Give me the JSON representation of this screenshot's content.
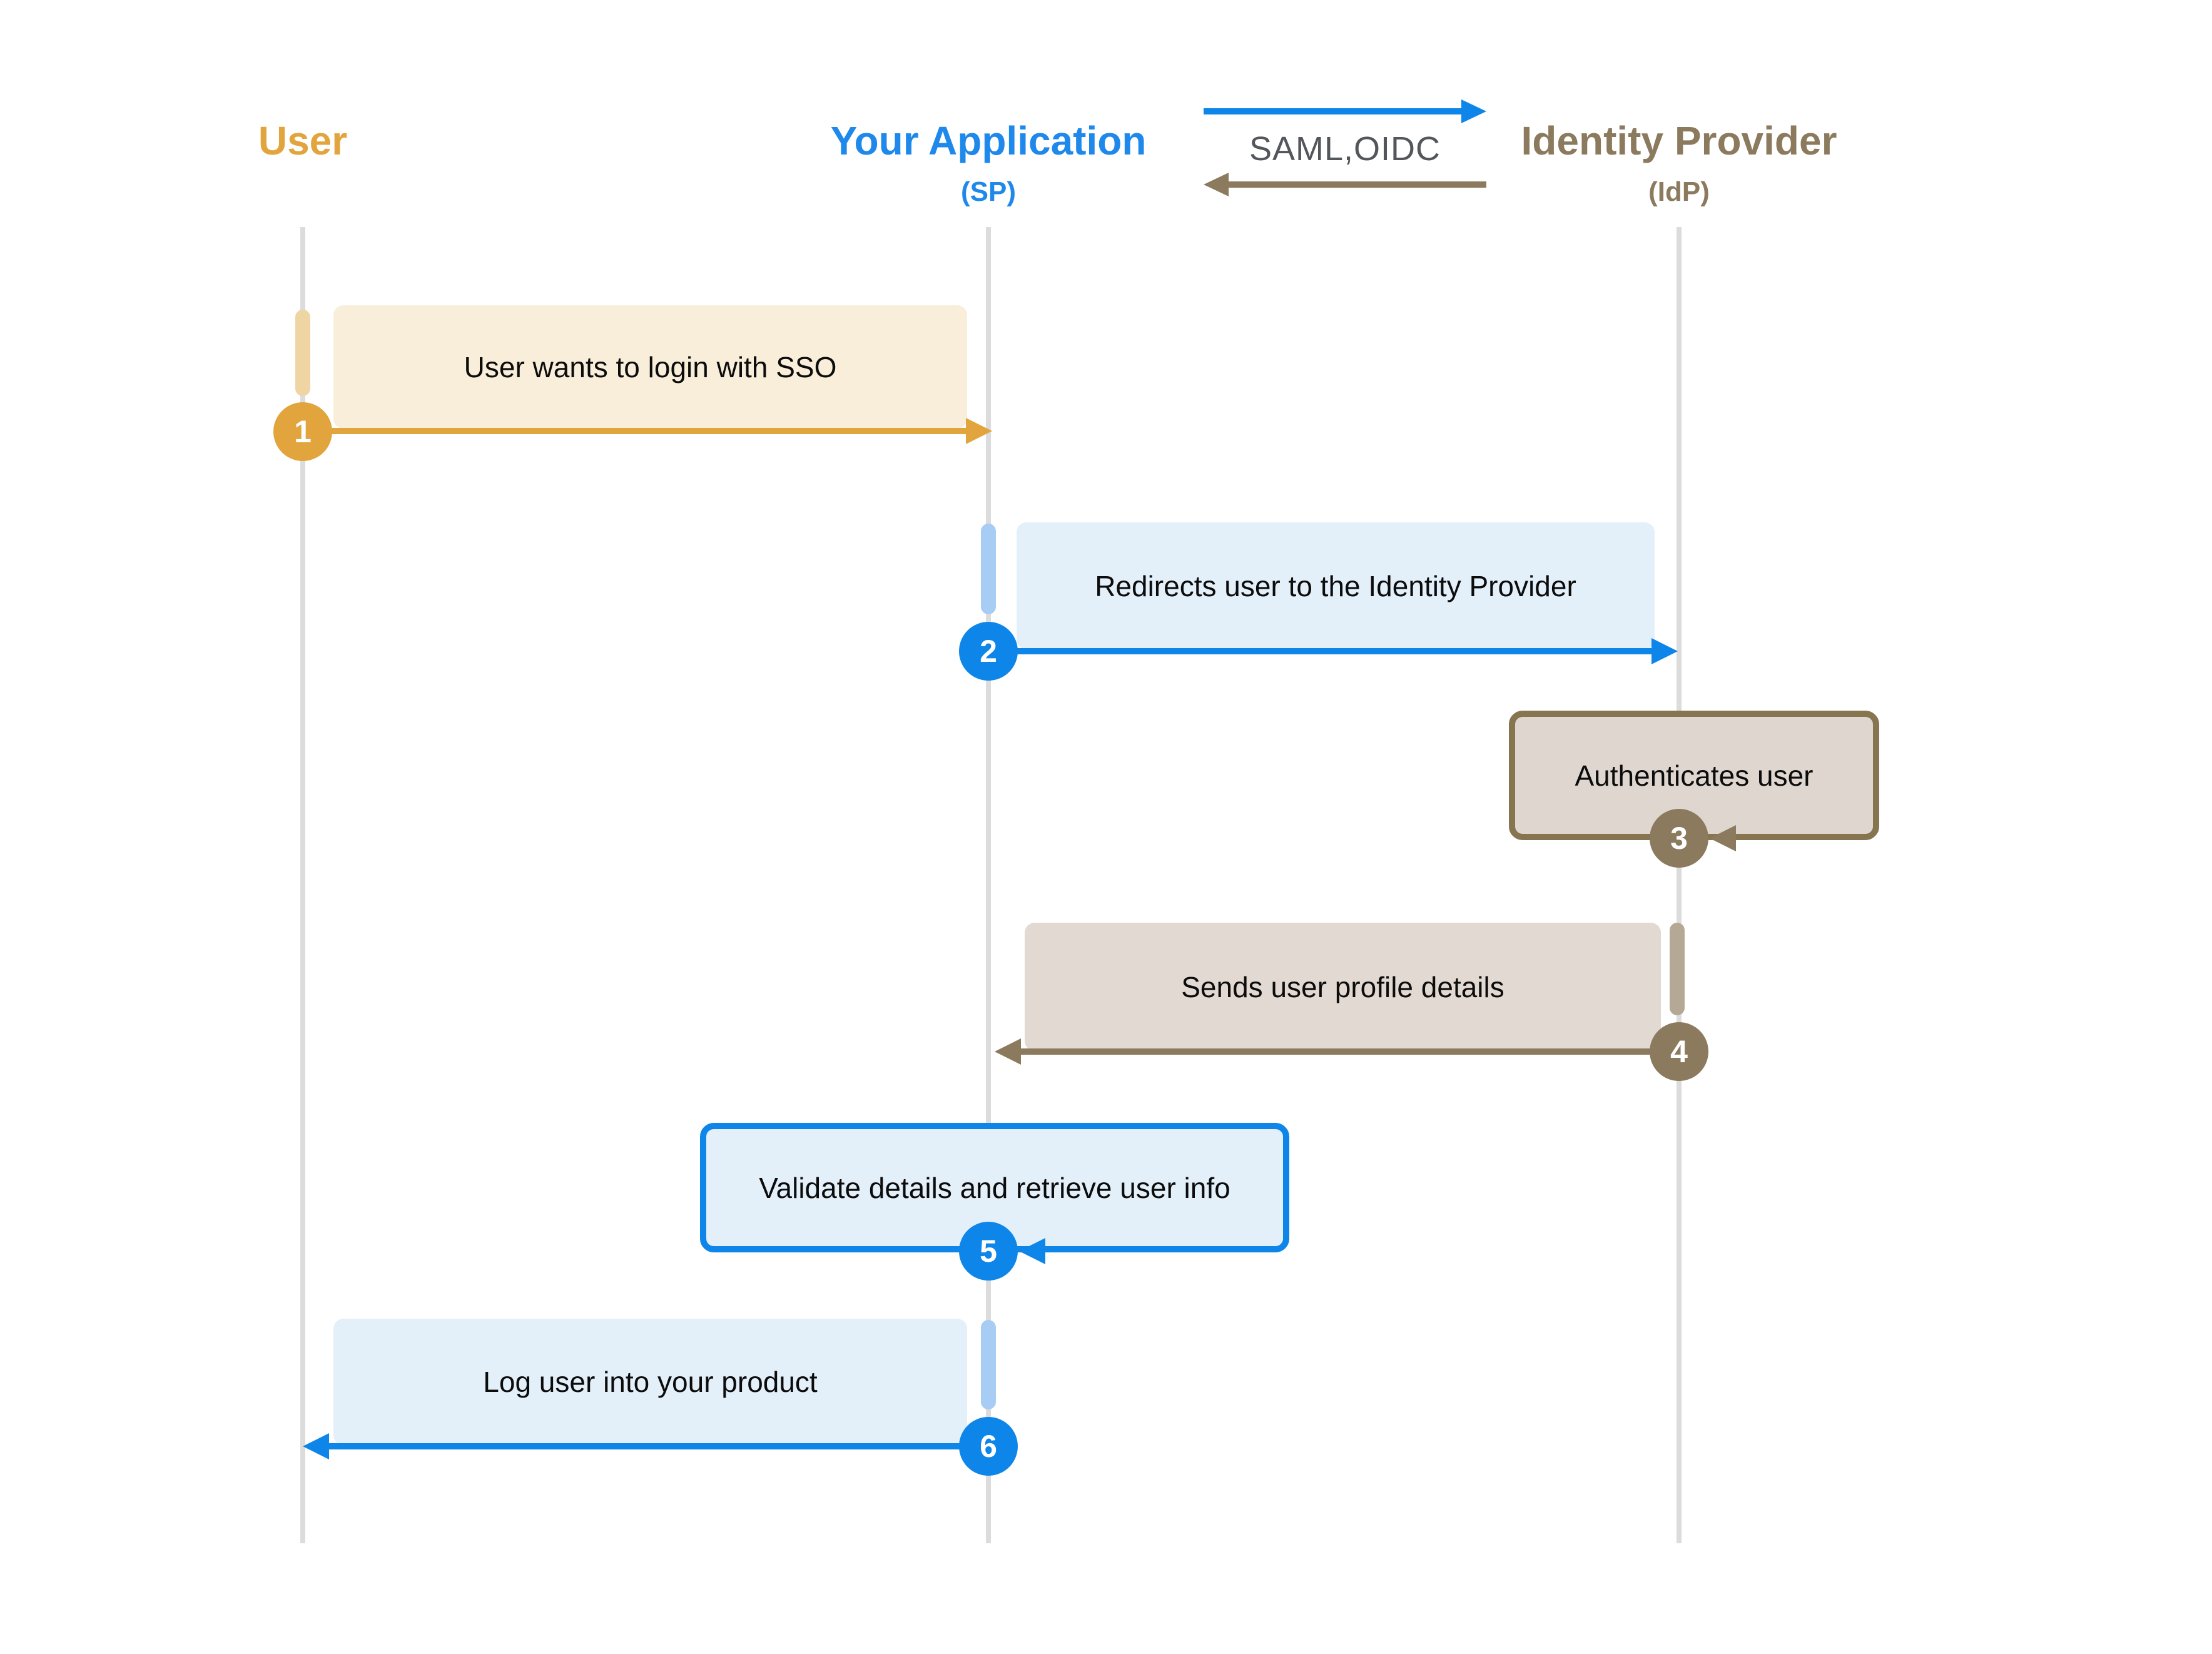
{
  "actors": [
    {
      "label": "User",
      "sublabel": "",
      "color": "#E2A43C"
    },
    {
      "label": "Your Application",
      "sublabel": "(SP)",
      "color": "#1E88EB"
    },
    {
      "label": "Identity Provider",
      "sublabel": "(IdP)",
      "color": "#8B7A5D"
    }
  ],
  "legend": {
    "label": "SAML,OIDC",
    "label_color": "#53575C",
    "forward_arrow_color": "#0E85E8",
    "return_arrow_color": "#8B7A5D"
  },
  "steps": [
    {
      "num": "1",
      "label": "User wants to login with SSO",
      "from": "User",
      "to": "Your Application",
      "color": "#E2A43C"
    },
    {
      "num": "2",
      "label": "Redirects user to the Identity Provider",
      "from": "Your Application",
      "to": "Identity Provider",
      "color": "#0E85E8"
    },
    {
      "num": "3",
      "label": "Authenticates user",
      "from": "Identity Provider",
      "to": "Identity Provider",
      "color": "#8B7A5D"
    },
    {
      "num": "4",
      "label": "Sends user profile details",
      "from": "Identity Provider",
      "to": "Your Application",
      "color": "#8B7A5D"
    },
    {
      "num": "5",
      "label": "Validate details and retrieve user info",
      "from": "Your Application",
      "to": "Your Application",
      "color": "#0E85E8"
    },
    {
      "num": "6",
      "label": "Log user into your product",
      "from": "Your Application",
      "to": "User",
      "color": "#0E85E8"
    }
  ],
  "colors": {
    "box_cream": "#F8EEDA",
    "box_light_blue": "#E3F0FA",
    "box_taupe": "#E2DAD2",
    "bar_gold": "#EFD5A4",
    "bar_blue": "#A7CDF4",
    "bar_taupe": "#B5A996",
    "lifeline_gray": "#DCDCDC"
  }
}
